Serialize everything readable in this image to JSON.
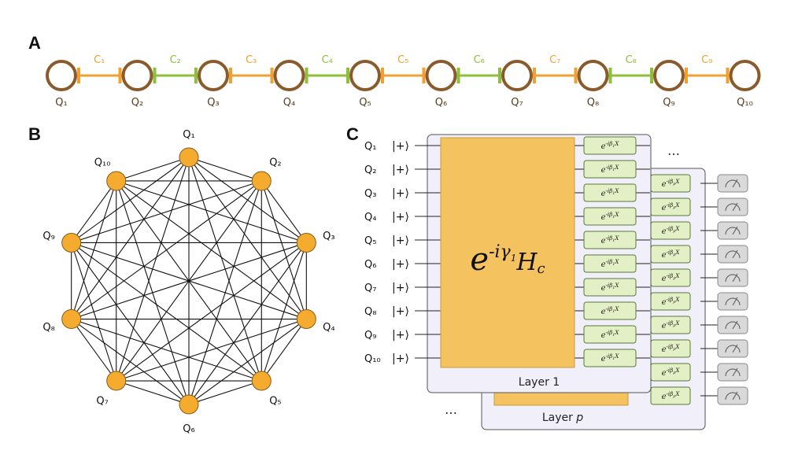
{
  "panels": {
    "a": "A",
    "b": "B",
    "c": "C"
  },
  "colors": {
    "qubit_ring": "#8a5a2b",
    "coupler_orange": "#f0a030",
    "coupler_green": "#8cbf3a",
    "node_fill": "#f5ac2e",
    "block_fill": "#f5c260",
    "gate_fill": "#e3efc4",
    "panel_fill": "#f1effa"
  },
  "chain": {
    "qubits": [
      "Q₁",
      "Q₂",
      "Q₃",
      "Q₄",
      "Q₅",
      "Q₆",
      "Q₇",
      "Q₈",
      "Q₉",
      "Q₁₀"
    ],
    "couplers": [
      {
        "label": "C₁",
        "color": "orange"
      },
      {
        "label": "C₂",
        "color": "green"
      },
      {
        "label": "C₃",
        "color": "orange"
      },
      {
        "label": "C₄",
        "color": "green"
      },
      {
        "label": "C₅",
        "color": "orange"
      },
      {
        "label": "C₆",
        "color": "green"
      },
      {
        "label": "C₇",
        "color": "orange"
      },
      {
        "label": "C₈",
        "color": "green"
      },
      {
        "label": "C₉",
        "color": "orange"
      }
    ]
  },
  "graph": {
    "nodes": [
      "Q₁",
      "Q₂",
      "Q₃",
      "Q₄",
      "Q₅",
      "Q₆",
      "Q₇",
      "Q₈",
      "Q₉",
      "Q₁₀"
    ]
  },
  "circuit": {
    "qubits": [
      "Q₁",
      "Q₂",
      "Q₃",
      "Q₄",
      "Q₅",
      "Q₆",
      "Q₇",
      "Q₈",
      "Q₉",
      "Q₁₀"
    ],
    "init_state": "|+⟩",
    "layer1_label": "Layer 1",
    "layerp_label_prefix": "Layer ",
    "layerp_label_var": "p",
    "cost_prefix": "e",
    "cost_exponent": "-iγ",
    "cost_exponent_sub": "1",
    "cost_H": "H",
    "cost_H_sub": "c",
    "mixer1_base": "e",
    "mixer1_exp": "-iβ",
    "mixer1_sub": "1",
    "mixer1_X": "X",
    "mixerp_base": "e",
    "mixerp_exp": "-iβ",
    "mixerp_sub": "p",
    "mixerp_X": "X",
    "ellipsis": "…"
  }
}
